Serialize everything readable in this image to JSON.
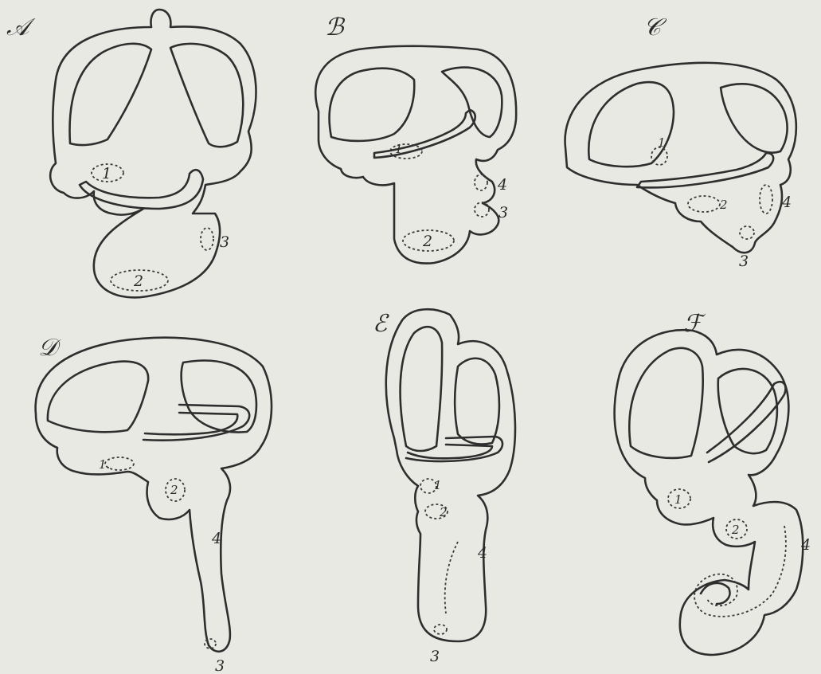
{
  "panels": {
    "A": {
      "letter": "𝒜",
      "labels": {
        "n1": "1",
        "n2": "2",
        "n3": "3"
      }
    },
    "B": {
      "letter": "ℬ",
      "labels": {
        "n1": "1",
        "n2": "2",
        "n3": "3",
        "n4": "4"
      }
    },
    "C": {
      "letter": "𝒞",
      "labels": {
        "n1": "1",
        "n2": "2",
        "n3": "3",
        "n4": "4"
      }
    },
    "D": {
      "letter": "𝒟",
      "labels": {
        "n1": "1.",
        "n2": "2",
        "n3": "3",
        "n4": "4"
      }
    },
    "E": {
      "letter": "ℰ",
      "labels": {
        "n1": "1",
        "n2": "2",
        "n3": "3",
        "n4": "4"
      }
    },
    "F": {
      "letter": "ℱ",
      "labels": {
        "n1": "1",
        "n2": "2",
        "n4": "4"
      }
    }
  },
  "colors": {
    "background": "#e9e9e4",
    "ink": "#2e2e2e"
  }
}
